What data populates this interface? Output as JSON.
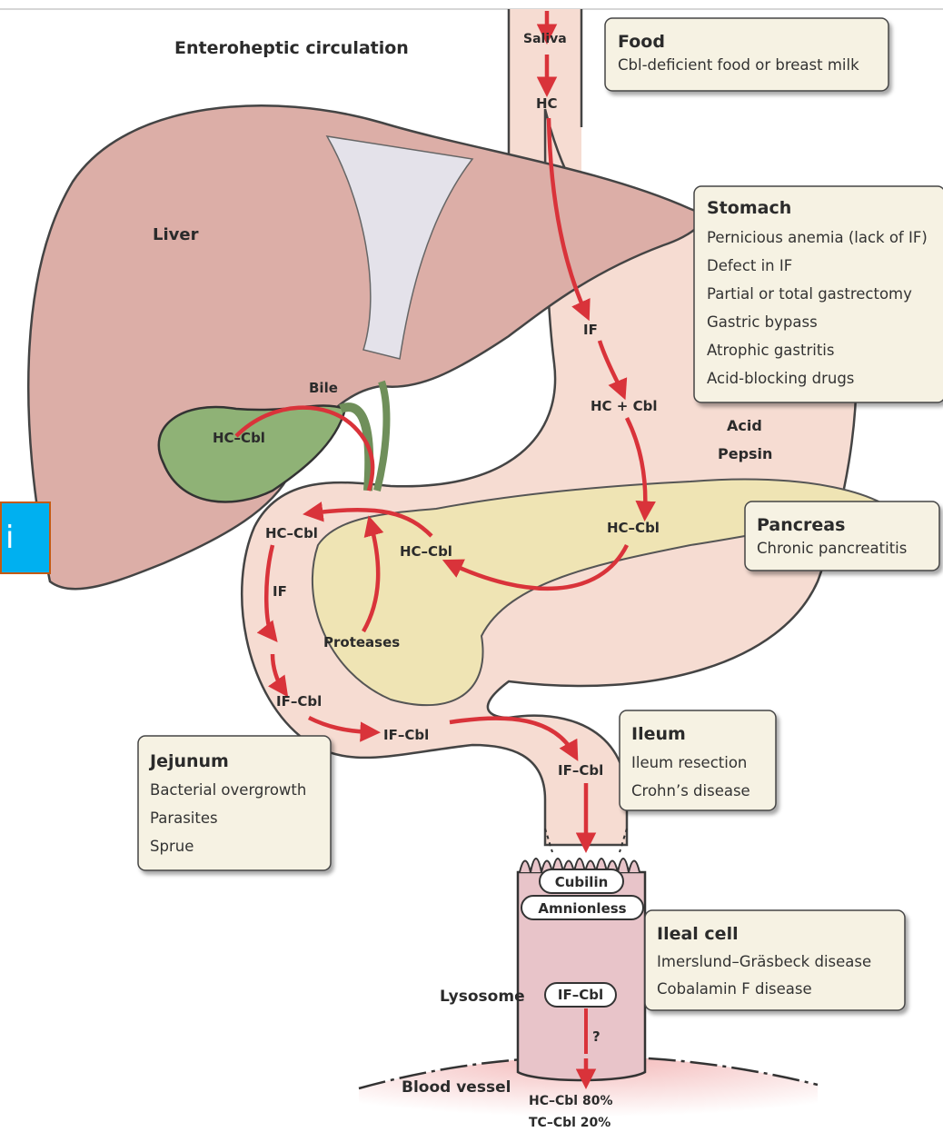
{
  "title": "Enteroheptic circulation",
  "organs": {
    "liver": "Liver",
    "bile": "Bile",
    "acid": "Acid",
    "pepsin": "Pepsin",
    "proteases": "Proteases",
    "lysosome": "Lysosome",
    "blood_vessel": "Blood vessel"
  },
  "flow": {
    "saliva": "Saliva",
    "hc": "HC",
    "if_stomach": "IF",
    "hc_plus_cbl": "HC + Cbl",
    "hc_cbl_gallbladder": "HC–Cbl",
    "hc_cbl_duodenum_left": "HC–Cbl",
    "hc_cbl_duodenum_mid": "HC–Cbl",
    "hc_cbl_pancreas": "HC–Cbl",
    "if_duodenum": "IF",
    "if_cbl_1": "IF–Cbl",
    "if_cbl_2": "IF–Cbl",
    "if_cbl_3": "IF–Cbl",
    "cubilin": "Cubilin",
    "amnionless": "Amnionless",
    "if_cbl_lysosome": "IF–Cbl",
    "unknown": "?",
    "hc_cbl_blood": "HC–Cbl  80%",
    "tc_cbl_blood": "TC–Cbl  20%"
  },
  "boxes": {
    "food": {
      "title": "Food",
      "items": [
        "Cbl-deficient food or breast milk"
      ]
    },
    "stomach": {
      "title": "Stomach",
      "items": [
        "Pernicious anemia (lack of IF)",
        "Defect in IF",
        "Partial or total gastrectomy",
        "Gastric bypass",
        "Atrophic gastritis",
        "Acid-blocking drugs"
      ]
    },
    "pancreas": {
      "title": "Pancreas",
      "items": [
        "Chronic pancreatitis"
      ]
    },
    "ileum": {
      "title": "Ileum",
      "items": [
        "Ileum resection",
        "Crohn’s disease"
      ]
    },
    "jejunum": {
      "title": "Jejunum",
      "items": [
        "Bacterial overgrowth",
        "Parasites",
        "Sprue"
      ]
    },
    "ileal_cell": {
      "title": "Ileal cell",
      "items": [
        "Imerslund–Gräsbeck disease",
        "Cobalamin F disease"
      ]
    }
  },
  "info_button": {
    "label": "i"
  },
  "colors": {
    "liver": "#dcaea7",
    "gut": "#f6dcd2",
    "gallbladder": "#8fb276",
    "pancreas": "#efe4b4",
    "arrow": "#d9333a",
    "box": "#f6f2e3",
    "info_button": "#00b0f0"
  }
}
